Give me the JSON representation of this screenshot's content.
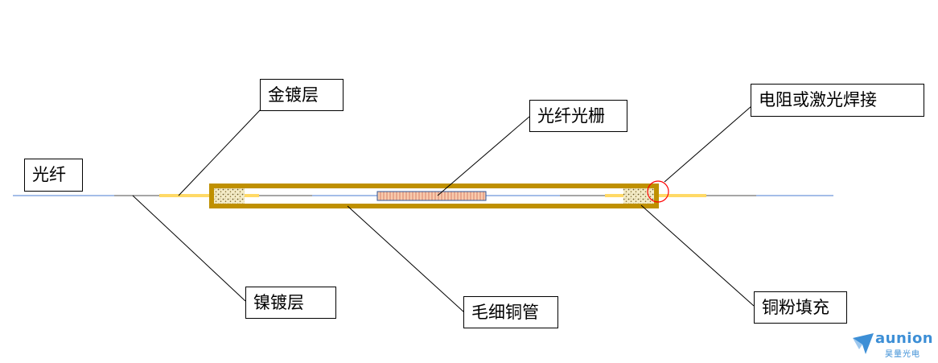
{
  "labels": {
    "fiber": "光纤",
    "gold_coating": "金镀层",
    "fiber_grating": "光纤光栅",
    "welding": "电阻或激光焊接",
    "nickel_coating": "镍镀层",
    "capillary_copper_tube": "毛细铜管",
    "copper_powder_fill": "铜粉填充"
  },
  "logo": {
    "word": "aunion",
    "subtitle": "昊量光电"
  },
  "colors": {
    "fiber_line": "#4a7bd0",
    "coating_gray": "#a6a6a6",
    "gold_coating": "#ffd966",
    "copper_tube": "#bf9000",
    "grating_fill": "#f4b183",
    "grating_border": "#2f5597",
    "powder": "#f2e5b0",
    "weld_circle": "#ff0000",
    "brand": "#3d8fd6"
  }
}
